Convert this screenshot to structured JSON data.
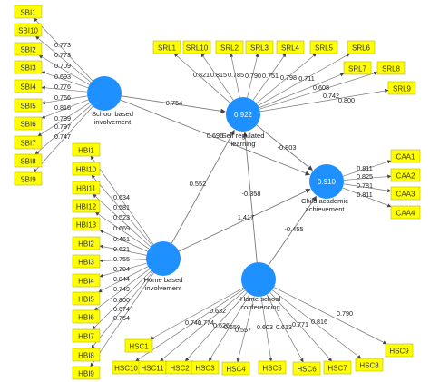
{
  "constructs": [
    {
      "id": "sbi",
      "label": "School based involvement",
      "r2": ""
    },
    {
      "id": "hbi",
      "label": "Home based involvement",
      "r2": ""
    },
    {
      "id": "hsc",
      "label": "Home school conferencing",
      "r2": ""
    },
    {
      "id": "srl",
      "label": "Self regulated learning",
      "r2": "0.922"
    },
    {
      "id": "caa",
      "label": "Child academic achievement",
      "r2": "0.910"
    }
  ],
  "indicators": {
    "sbi": {
      "items": [
        "SBI1",
        "SBI10",
        "SBI2",
        "SBI3",
        "SBI4",
        "SBI5",
        "SBI6",
        "SBI7",
        "SBI8",
        "SBI9"
      ],
      "loadings": [
        "0.773",
        "0.773",
        "0.709",
        "0.693",
        "0.776",
        "0.766",
        "0.816",
        "0.799",
        "0.797",
        "0.747"
      ]
    },
    "hbi": {
      "items": [
        "HBI1",
        "HBI10",
        "HBI11",
        "HBI12",
        "HBI13",
        "HBI2",
        "HBI3",
        "HBI4",
        "HBI5",
        "HBI6",
        "HBI7",
        "HBI8",
        "HBI9"
      ],
      "loadings": [
        "0.634",
        "0.581",
        "0.523",
        "0.669",
        "0.461",
        "0.621",
        "0.755",
        "0.794",
        "0.844",
        "0.749",
        "0.800",
        "0.674",
        "0.754"
      ]
    },
    "hsc": {
      "items": [
        "HSC1",
        "HSC10",
        "HSC11",
        "HSC2",
        "HSC3",
        "HSC4",
        "HSC5",
        "HSC6",
        "HSC7",
        "HSC8",
        "HSC9"
      ],
      "loadings": [
        "0.632",
        "0.741",
        "0.774",
        "0.626",
        "0.659",
        "0.557",
        "0.603",
        "0.613",
        "0.771",
        "0.816",
        "0.790"
      ]
    },
    "srl": {
      "items": [
        "SRL1",
        "SRL10",
        "SRL2",
        "SRL3",
        "SRL4",
        "SRL5",
        "SRL6",
        "SRL7",
        "SRL8",
        "SRL9"
      ],
      "loadings": [
        "0.821",
        "0.815",
        "0.785",
        "0.790",
        "0.751",
        "0.798",
        "0.711",
        "0.608",
        "0.742",
        "0.800"
      ]
    },
    "caa": {
      "items": [
        "CAA1",
        "CAA2",
        "CAA3",
        "CAA4"
      ],
      "loadings": [
        "0.811",
        "0.825",
        "0.781",
        "0.811"
      ]
    }
  },
  "paths": [
    {
      "from": "sbi",
      "to": "srl",
      "coef": "0.754"
    },
    {
      "from": "sbi",
      "to": "caa",
      "coef": "0.696"
    },
    {
      "from": "hbi",
      "to": "srl",
      "coef": "0.552"
    },
    {
      "from": "hbi",
      "to": "caa",
      "coef": "1.417"
    },
    {
      "from": "hsc",
      "to": "srl",
      "coef": "-0.358"
    },
    {
      "from": "hsc",
      "to": "caa",
      "coef": "-0.455"
    },
    {
      "from": "srl",
      "to": "caa",
      "coef": "-0.803"
    }
  ],
  "colors": {
    "construct": "#1E90FF",
    "indicator": "#FFFF00",
    "indicator_border": "#B8B800",
    "line": "#7a7a7a",
    "text": "#222222"
  }
}
